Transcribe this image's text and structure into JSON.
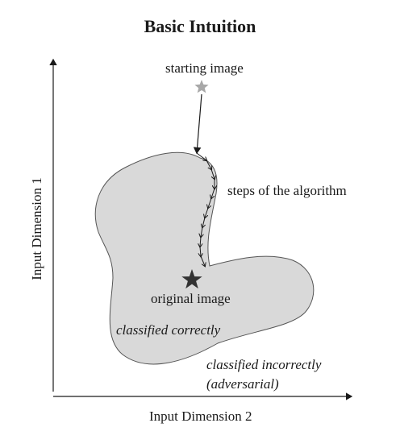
{
  "title": "Basic Intuition",
  "labels": {
    "starting_image": "starting image",
    "steps": "steps of the algorithm",
    "original_image": "original image",
    "classified_correctly": "classified correctly",
    "classified_incorrectly": "classified incorrectly",
    "adversarial": "(adversarial)"
  },
  "axes": {
    "x_label": "Input Dimension 2",
    "y_label": "Input Dimension 1"
  },
  "colors": {
    "region_fill": "#d9d9d9",
    "region_stroke": "#555555",
    "start_star": "#a8a8a8",
    "original_star": "#333333",
    "path": "#1a1a1a",
    "axis": "#1a1a1a"
  }
}
